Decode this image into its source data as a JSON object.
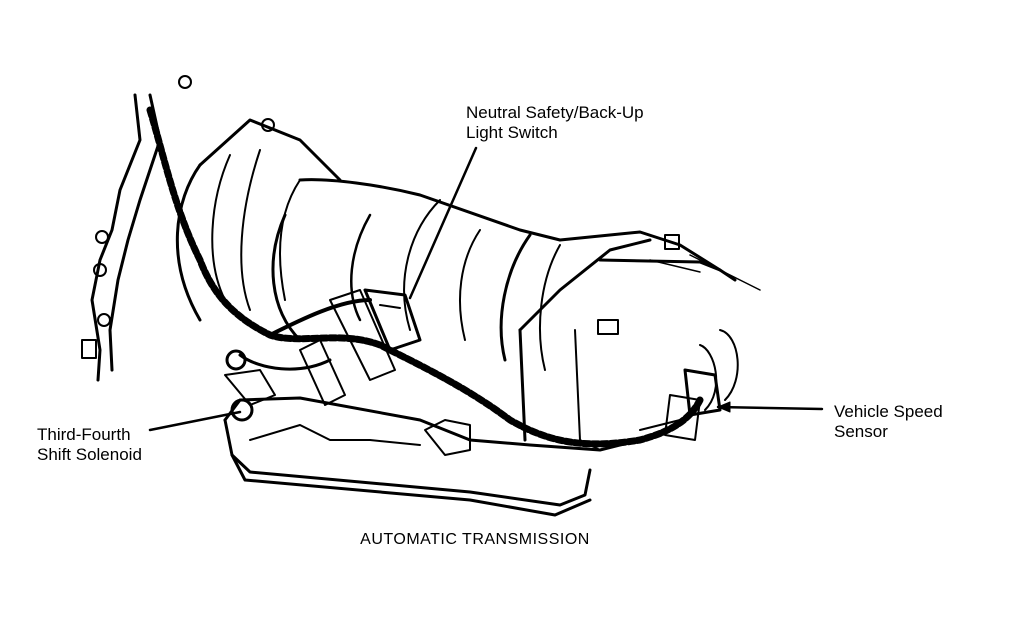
{
  "diagram": {
    "caption": "AUTOMATIC TRANSMISSION",
    "callouts": [
      {
        "id": "neutral-safety",
        "lines": [
          "Neutral Safety/Back-Up",
          "Light Switch"
        ]
      },
      {
        "id": "third-fourth-solenoid",
        "lines": [
          "Third-Fourth",
          "Shift Solenoid"
        ]
      },
      {
        "id": "vehicle-speed-sensor",
        "lines": [
          "Vehicle Speed",
          "Sensor"
        ]
      }
    ],
    "colors": {
      "ink": "#000000",
      "paper": "#ffffff"
    }
  }
}
